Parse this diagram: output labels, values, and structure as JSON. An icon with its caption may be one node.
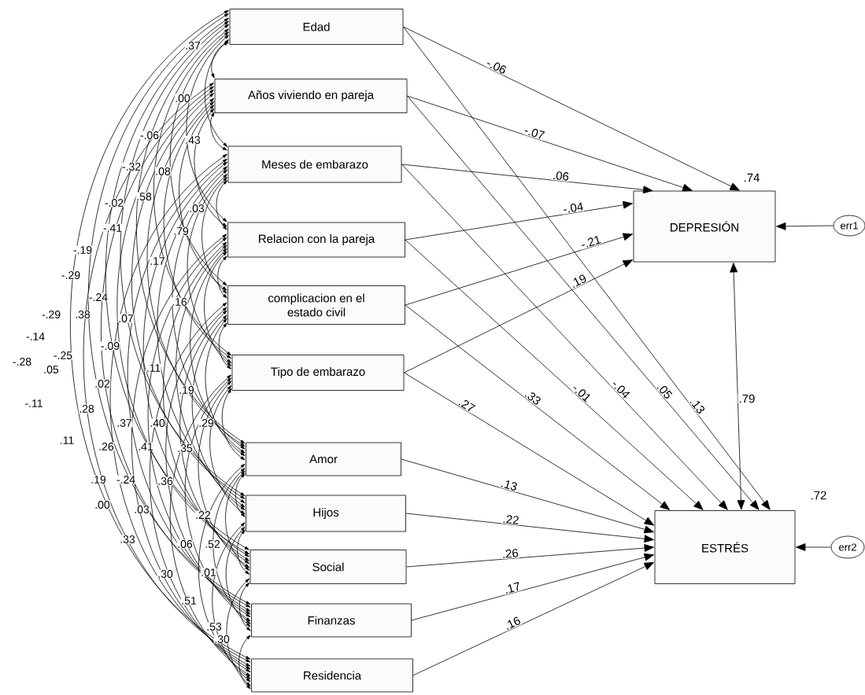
{
  "diagram": {
    "nodes": [
      {
        "text": [
          "Edad"
        ]
      },
      {
        "text": [
          "Años viviendo en pareja"
        ]
      },
      {
        "text": [
          "Meses de embarazo"
        ]
      },
      {
        "text": [
          "Relacion con la pareja"
        ]
      },
      {
        "text": [
          "complicacion en el estado civil"
        ]
      },
      {
        "text": [
          "Tipo de embarazo"
        ]
      },
      {
        "text": [
          "Amor"
        ]
      },
      {
        "text": [
          "Hijos"
        ]
      },
      {
        "text": [
          "Social"
        ]
      },
      {
        "text": [
          "Finanzas"
        ]
      },
      {
        "text": [
          "Residencia"
        ]
      },
      {
        "text": [
          "DEPRESIÓN"
        ],
        "beside": [
          ".74"
        ]
      },
      {
        "text": [
          "ESTRÉS"
        ],
        "beside": [
          ".72"
        ]
      },
      {
        "text": [
          "err1"
        ]
      },
      {
        "text": [
          "err2"
        ]
      }
    ],
    "edges": [
      {
        "from": 0,
        "to": 11,
        "arrow": "to",
        "label": "-.06"
      },
      {
        "from": 0,
        "to": 12,
        "arrow": "to",
        "label": ".13"
      },
      {
        "from": 1,
        "to": 11,
        "arrow": "to",
        "label": "-.07"
      },
      {
        "from": 1,
        "to": 12,
        "arrow": "to",
        "label": ".05"
      },
      {
        "from": 2,
        "to": 11,
        "arrow": "to",
        "label": ".06"
      },
      {
        "from": 2,
        "to": 12,
        "arrow": "to",
        "label": "-.04"
      },
      {
        "from": 3,
        "to": 11,
        "arrow": "to",
        "label": "-.04"
      },
      {
        "from": 3,
        "to": 12,
        "arrow": "to",
        "label": "-.01"
      },
      {
        "from": 4,
        "to": 11,
        "arrow": "to",
        "label": "-.21"
      },
      {
        "from": 4,
        "to": 12,
        "arrow": "to",
        "label": ".33"
      },
      {
        "from": 5,
        "to": 11,
        "arrow": "to",
        "label": ".19"
      },
      {
        "from": 5,
        "to": 12,
        "arrow": "to",
        "label": ".27"
      },
      {
        "from": 6,
        "to": 12,
        "arrow": "to",
        "label": ".13"
      },
      {
        "from": 7,
        "to": 12,
        "arrow": "to",
        "label": ".22"
      },
      {
        "from": 8,
        "to": 12,
        "arrow": "to",
        "label": ".26"
      },
      {
        "from": 9,
        "to": 12,
        "arrow": "to",
        "label": ".17"
      },
      {
        "from": 10,
        "to": 12,
        "arrow": "to",
        "label": ".16"
      },
      {
        "from": 13,
        "to": 11,
        "arrow": "to"
      },
      {
        "from": 14,
        "to": 12,
        "arrow": "to"
      },
      {
        "from": 11,
        "to": 12,
        "arrow": "both",
        "label": ".79"
      },
      {
        "from": 0,
        "to": 1,
        "arrow": "both"
      },
      {
        "from": 0,
        "to": 2,
        "arrow": "both"
      },
      {
        "from": 0,
        "to": 3,
        "arrow": "both"
      },
      {
        "from": 0,
        "to": 4,
        "arrow": "both"
      },
      {
        "from": 0,
        "to": 5,
        "arrow": "both"
      },
      {
        "from": 0,
        "to": 6,
        "arrow": "both"
      },
      {
        "from": 0,
        "to": 7,
        "arrow": "both"
      },
      {
        "from": 0,
        "to": 8,
        "arrow": "both"
      },
      {
        "from": 0,
        "to": 9,
        "arrow": "both"
      },
      {
        "from": 0,
        "to": 10,
        "arrow": "both"
      },
      {
        "from": 1,
        "to": 2,
        "arrow": "both"
      },
      {
        "from": 1,
        "to": 3,
        "arrow": "both"
      },
      {
        "from": 1,
        "to": 4,
        "arrow": "both"
      },
      {
        "from": 1,
        "to": 5,
        "arrow": "both"
      },
      {
        "from": 1,
        "to": 6,
        "arrow": "both"
      },
      {
        "from": 1,
        "to": 7,
        "arrow": "both"
      },
      {
        "from": 1,
        "to": 8,
        "arrow": "both"
      },
      {
        "from": 1,
        "to": 9,
        "arrow": "both"
      },
      {
        "from": 1,
        "to": 10,
        "arrow": "both"
      },
      {
        "from": 2,
        "to": 3,
        "arrow": "both"
      },
      {
        "from": 2,
        "to": 4,
        "arrow": "both"
      },
      {
        "from": 2,
        "to": 5,
        "arrow": "both"
      },
      {
        "from": 2,
        "to": 6,
        "arrow": "both"
      },
      {
        "from": 2,
        "to": 7,
        "arrow": "both"
      },
      {
        "from": 2,
        "to": 8,
        "arrow": "both"
      },
      {
        "from": 2,
        "to": 9,
        "arrow": "both"
      },
      {
        "from": 2,
        "to": 10,
        "arrow": "both"
      },
      {
        "from": 3,
        "to": 4,
        "arrow": "both"
      },
      {
        "from": 3,
        "to": 5,
        "arrow": "both"
      },
      {
        "from": 3,
        "to": 6,
        "arrow": "both"
      },
      {
        "from": 3,
        "to": 7,
        "arrow": "both"
      },
      {
        "from": 3,
        "to": 8,
        "arrow": "both"
      },
      {
        "from": 3,
        "to": 9,
        "arrow": "both"
      },
      {
        "from": 3,
        "to": 10,
        "arrow": "both"
      },
      {
        "from": 4,
        "to": 5,
        "arrow": "both"
      },
      {
        "from": 4,
        "to": 6,
        "arrow": "both"
      },
      {
        "from": 4,
        "to": 7,
        "arrow": "both"
      },
      {
        "from": 4,
        "to": 8,
        "arrow": "both"
      },
      {
        "from": 4,
        "to": 9,
        "arrow": "both"
      },
      {
        "from": 4,
        "to": 10,
        "arrow": "both"
      },
      {
        "from": 5,
        "to": 6,
        "arrow": "both"
      },
      {
        "from": 5,
        "to": 7,
        "arrow": "both"
      },
      {
        "from": 5,
        "to": 8,
        "arrow": "both"
      },
      {
        "from": 5,
        "to": 9,
        "arrow": "both"
      },
      {
        "from": 5,
        "to": 10,
        "arrow": "both"
      },
      {
        "from": 6,
        "to": 7,
        "arrow": "both"
      },
      {
        "from": 6,
        "to": 8,
        "arrow": "both"
      },
      {
        "from": 6,
        "to": 9,
        "arrow": "both"
      },
      {
        "from": 6,
        "to": 10,
        "arrow": "both"
      },
      {
        "from": 7,
        "to": 8,
        "arrow": "both"
      },
      {
        "from": 7,
        "to": 9,
        "arrow": "both"
      },
      {
        "from": 7,
        "to": 10,
        "arrow": "both"
      },
      {
        "from": 8,
        "to": 9,
        "arrow": "both"
      },
      {
        "from": 8,
        "to": 10,
        "arrow": "both"
      },
      {
        "from": 9,
        "to": 10,
        "arrow": "both"
      }
    ],
    "labels": [
      ".37",
      ".00",
      "-.06",
      ".43",
      "-.32",
      ".08",
      "-.02",
      ".58",
      ".03",
      "-.41",
      ".79",
      "-.19",
      ".17",
      "-.29",
      "-.24",
      ".16",
      "-.29",
      ".38",
      ".07",
      "-.14",
      "-.09",
      "-.28",
      "-.25",
      ".05",
      ".11",
      ".02",
      ".19",
      "-.11",
      ".28",
      ".37",
      ".40",
      ".29",
      ".11",
      ".26",
      ".41",
      ".35",
      ".19",
      "-.24",
      ".36",
      ".00",
      ".03",
      ".22",
      ".33",
      ".06",
      ".52",
      ".30",
      ".01",
      ".51",
      ".53",
      ".30"
    ]
  }
}
